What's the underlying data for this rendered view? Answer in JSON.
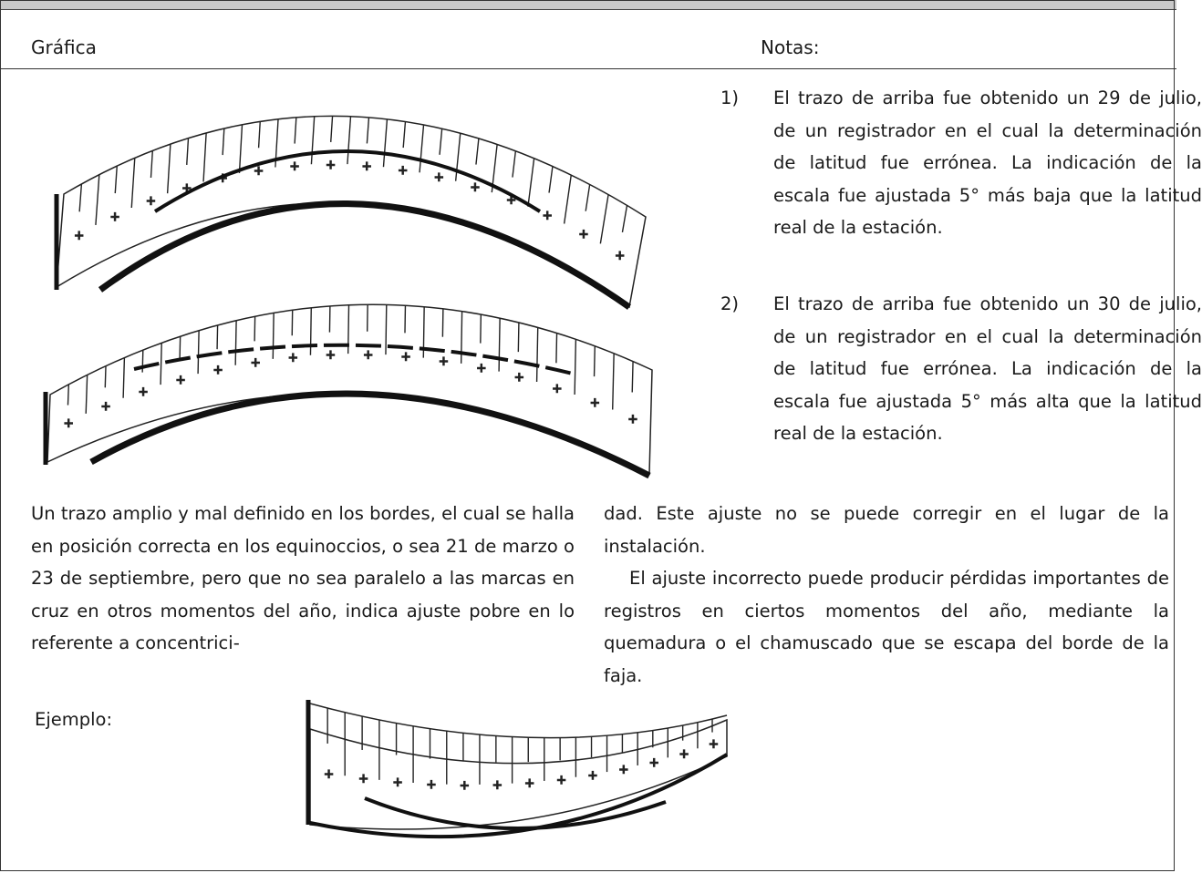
{
  "header": {
    "left_label": "Gráfica",
    "right_label": "Notas:"
  },
  "notes": [
    {
      "number": "1)",
      "text": "El trazo de arriba fue obtenido un 29 de julio, de un registrador en el cual la determinación de latitud fue errónea. La indicación de la escala fue ajustada 5° más baja que la latitud real de la estación."
    },
    {
      "number": "2)",
      "text": "El trazo de arriba fue obtenido un 30 de julio, de un registrador en el cual la determinación de latitud fue errónea. La indicación de la escala fue ajustada 5° más alta que la latitud real de la estación."
    }
  ],
  "body": {
    "paragraph_left": "Un trazo amplio y mal definido en los bordes, el cual se halla en posición correcta en los equinoccios, o sea 21 de marzo o 23 de septiembre, pero que no sea paralelo a las marcas en cruz en otros momentos del año, indica ajuste pobre en lo referente a concentrici-",
    "paragraph_right_1": "dad. Este ajuste no se puede corregir en el lugar de la instalación.",
    "paragraph_right_2": "El ajuste incorrecto puede producir pérdidas importantes de registros en ciertos momentos del año, mediante la quemadura o el chamuscado que se escapa del borde de la faja."
  },
  "example": {
    "label": "Ejemplo:"
  },
  "colors": {
    "ink": "#1a1a1a",
    "top_bar": "#c9c9c9"
  }
}
